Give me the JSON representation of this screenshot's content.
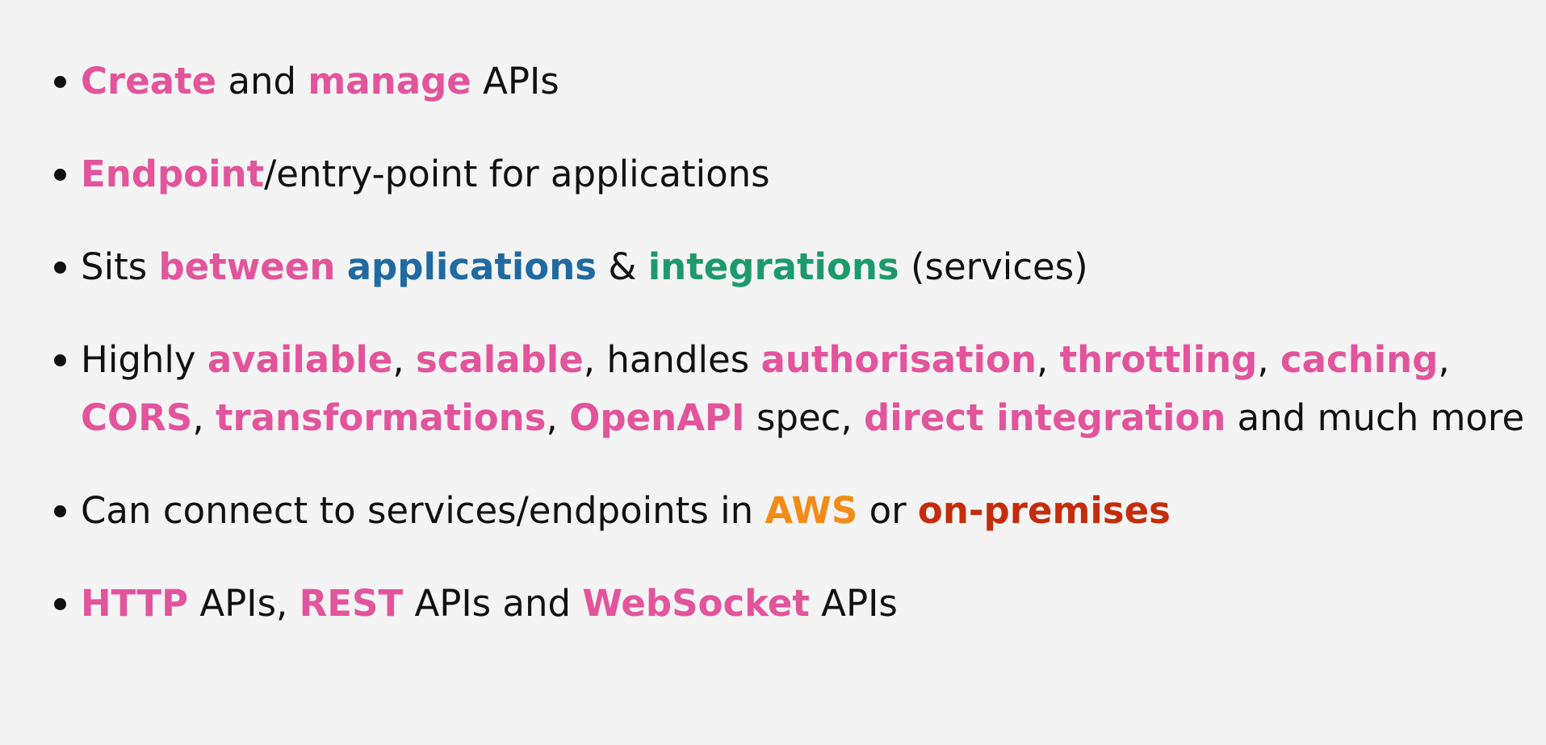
{
  "colors": {
    "background": "#f4f4f4",
    "text": "#111111",
    "pink": "#e2549b",
    "blue": "#1f6aa1",
    "green": "#1d9a6c",
    "orange": "#f18c18",
    "red": "#c42d0b"
  },
  "bullets": [
    {
      "segments": [
        {
          "text": "Create",
          "color": "pink",
          "bold": true
        },
        {
          "text": " and ",
          "color": "text",
          "bold": false
        },
        {
          "text": "manage",
          "color": "pink",
          "bold": true
        },
        {
          "text": " APIs",
          "color": "text",
          "bold": false
        }
      ]
    },
    {
      "segments": [
        {
          "text": "Endpoint",
          "color": "pink",
          "bold": true
        },
        {
          "text": "/entry-point for applications",
          "color": "text",
          "bold": false
        }
      ]
    },
    {
      "segments": [
        {
          "text": "Sits ",
          "color": "text",
          "bold": false
        },
        {
          "text": "between",
          "color": "pink",
          "bold": true
        },
        {
          "text": " ",
          "color": "text",
          "bold": false
        },
        {
          "text": "applications",
          "color": "blue",
          "bold": true
        },
        {
          "text": " & ",
          "color": "text",
          "bold": false
        },
        {
          "text": "integrations",
          "color": "green",
          "bold": true
        },
        {
          "text": " (services)",
          "color": "text",
          "bold": false
        }
      ]
    },
    {
      "segments": [
        {
          "text": "Highly ",
          "color": "text",
          "bold": false
        },
        {
          "text": "available",
          "color": "pink",
          "bold": true
        },
        {
          "text": ", ",
          "color": "text",
          "bold": false
        },
        {
          "text": "scalable",
          "color": "pink",
          "bold": true
        },
        {
          "text": ", handles ",
          "color": "text",
          "bold": false
        },
        {
          "text": "authorisation",
          "color": "pink",
          "bold": true
        },
        {
          "text": ", ",
          "color": "text",
          "bold": false
        },
        {
          "text": "throttling",
          "color": "pink",
          "bold": true
        },
        {
          "text": ", ",
          "color": "text",
          "bold": false
        },
        {
          "text": "caching",
          "color": "pink",
          "bold": true
        },
        {
          "text": ", ",
          "color": "text",
          "bold": false
        },
        {
          "text": "CORS",
          "color": "pink",
          "bold": true
        },
        {
          "text": ", ",
          "color": "text",
          "bold": false
        },
        {
          "text": "transformations",
          "color": "pink",
          "bold": true
        },
        {
          "text": ", ",
          "color": "text",
          "bold": false
        },
        {
          "text": "OpenAPI",
          "color": "pink",
          "bold": true
        },
        {
          "text": " spec, ",
          "color": "text",
          "bold": false
        },
        {
          "text": "direct integration",
          "color": "pink",
          "bold": true
        },
        {
          "text": " and much more",
          "color": "text",
          "bold": false
        }
      ]
    },
    {
      "segments": [
        {
          "text": "Can connect to services/endpoints in ",
          "color": "text",
          "bold": false
        },
        {
          "text": "AWS",
          "color": "orange",
          "bold": true
        },
        {
          "text": " or ",
          "color": "text",
          "bold": false
        },
        {
          "text": "on-premises",
          "color": "red",
          "bold": true
        }
      ]
    },
    {
      "segments": [
        {
          "text": "HTTP",
          "color": "pink",
          "bold": true
        },
        {
          "text": " APIs, ",
          "color": "text",
          "bold": false
        },
        {
          "text": "REST",
          "color": "pink",
          "bold": true
        },
        {
          "text": " APIs and ",
          "color": "text",
          "bold": false
        },
        {
          "text": "WebSocket",
          "color": "pink",
          "bold": true
        },
        {
          "text": " APIs",
          "color": "text",
          "bold": false
        }
      ]
    }
  ]
}
